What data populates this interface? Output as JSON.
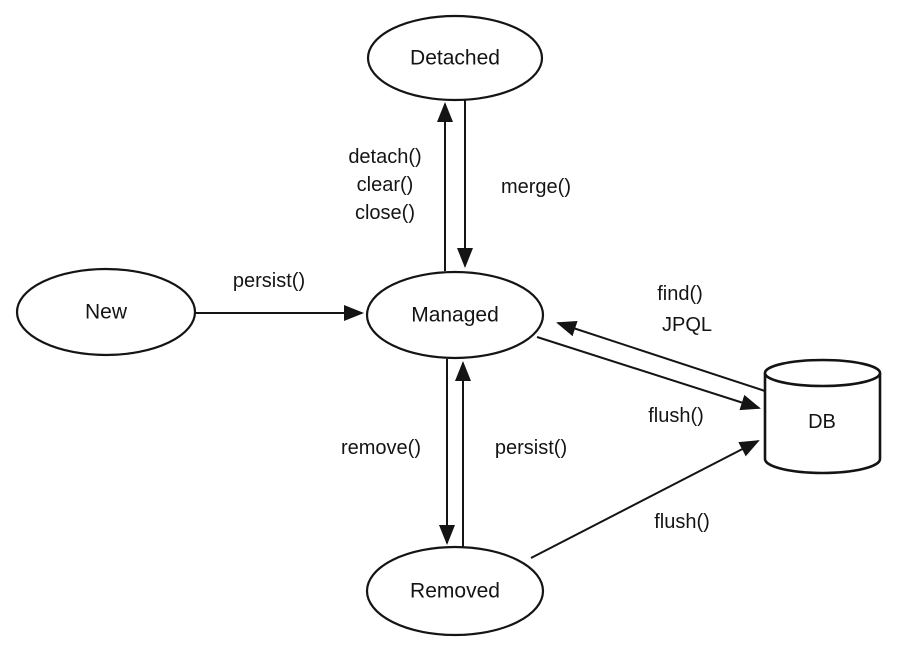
{
  "colors": {
    "line": "#141414",
    "node_fill": "#ffffff",
    "background": "#ffffff"
  },
  "nodes": {
    "detached": "Detached",
    "new": "New",
    "managed": "Managed",
    "removed": "Removed",
    "db": "DB"
  },
  "edge_labels": {
    "persist_new_to_managed": "persist()",
    "detach_line1": "detach()",
    "detach_line2": "clear()",
    "detach_line3": "close()",
    "merge": "merge()",
    "find_line1": "find()",
    "find_line2": "JPQL",
    "flush_managed_to_db": "flush()",
    "remove": "remove()",
    "persist_removed_to_managed": "persist()",
    "flush_removed_to_db": "flush()"
  }
}
